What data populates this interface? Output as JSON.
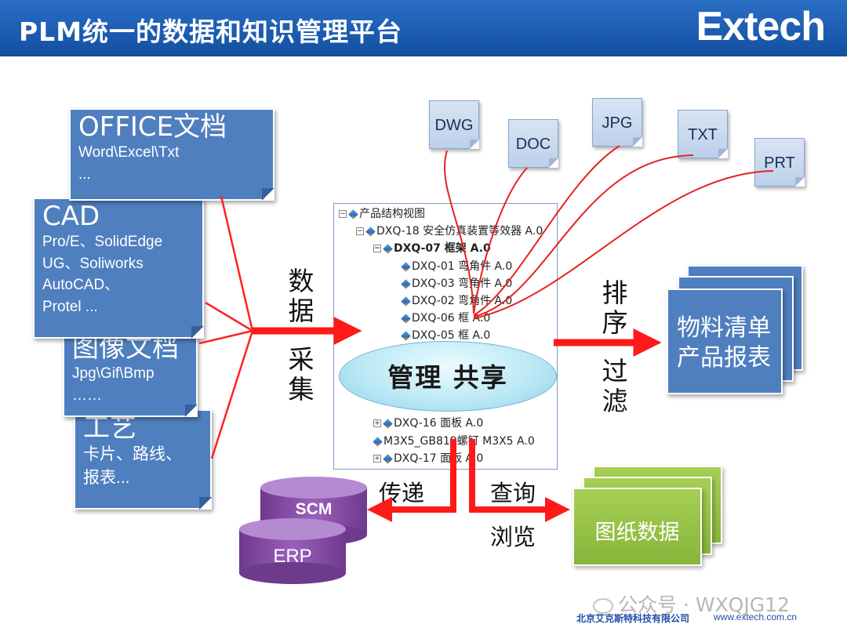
{
  "header": {
    "title": "PLM统一的数据和知识管理平台",
    "logo": "Extech",
    "bg_color": "#1b5bb0"
  },
  "sources": [
    {
      "title": "OFFICE文档",
      "lines": [
        "Word\\Excel\\Txt",
        "..."
      ]
    },
    {
      "title": "CAD",
      "lines": [
        "Pro/E、SolidEdge",
        "UG、Soliworks",
        "AutoCAD、",
        "Protel ..."
      ]
    },
    {
      "title": "图像文档",
      "lines": [
        "Jpg\\Gif\\Bmp",
        "……"
      ]
    },
    {
      "title": "工艺",
      "lines": [
        "卡片、路线、",
        "报表..."
      ]
    }
  ],
  "file_types": [
    "DWG",
    "DOC",
    "JPG",
    "TXT",
    "PRT"
  ],
  "tree": {
    "root": "产品结构视图",
    "nodes": [
      {
        "label": "DXQ-18 安全仿真装置等效器  A.0",
        "level": 1,
        "toggle": "−"
      },
      {
        "label": "DXQ-07 框架  A.0",
        "level": 2,
        "toggle": "−",
        "bold": true
      },
      {
        "label": "DXQ-01 弯角件  A.0",
        "level": 3
      },
      {
        "label": "DXQ-03 弯角件  A.0",
        "level": 3
      },
      {
        "label": "DXQ-02 弯角件  A.0",
        "level": 3
      },
      {
        "label": "DXQ-06 框  A.0",
        "level": 3
      },
      {
        "label": "DXQ-05 框  A.0",
        "level": 3
      },
      {
        "label": "DXQ-16 面板  A.0",
        "level": 2,
        "toggle": "+"
      },
      {
        "label": "M3X5_GB819螺钉  M3X5 A.0",
        "level": 2
      },
      {
        "label": "DXQ-17 面板  A.0",
        "level": 2,
        "toggle": "+"
      }
    ]
  },
  "center": {
    "label": "管理  共享"
  },
  "flows": {
    "collect": [
      "数",
      "据",
      "采",
      "集"
    ],
    "sort": [
      "排",
      "序",
      "过",
      "滤"
    ],
    "deliver": "传递",
    "query": "查询",
    "browse": "浏览"
  },
  "outputs": {
    "report_lines": [
      "物料清单",
      "产品报表"
    ],
    "drawings": "图纸数据",
    "systems": [
      "SCM",
      "ERP"
    ]
  },
  "footer": {
    "watermark": "公众号 · WXQJG12",
    "company": "北京艾克斯特科技有限公司",
    "website": "www.extech.com.cn"
  },
  "colors": {
    "doc_blue": "#4f7fbf",
    "arrow_red": "#ff1a1a",
    "cylinder_purple": "#8a4ea7",
    "green": "#8bbb3e",
    "oval_cyan": "#bde9f5"
  }
}
